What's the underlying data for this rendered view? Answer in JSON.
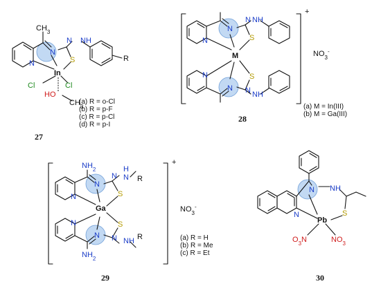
{
  "compounds": [
    {
      "id": "compound-27",
      "number": "27",
      "number_pos": "bottom",
      "atoms": {
        "methyl": "CH3",
        "imine_n": "N",
        "hydrazine_n": "N",
        "amine": "NH",
        "pyridine_n": "N",
        "sulfur": "S",
        "metal": "In",
        "cl_left": "Cl",
        "cl_right": "Cl",
        "methanol": "HO",
        "methanol_ch3": "CH3",
        "substituent": "R"
      },
      "options": [
        "(a) R = o-Cl",
        "(b) R = p-F",
        "(c) R = p-Cl",
        "(d) R = p-I"
      ]
    },
    {
      "id": "compound-28",
      "number": "28",
      "charge": "+",
      "counterion": "NO3-",
      "atoms": {
        "metal": "M",
        "amine": "NH",
        "imine_n": "N",
        "hydrazine_n": "N",
        "pyridine_n": "N",
        "sulfur": "S"
      },
      "options": [
        "(a) M = In(III)",
        "(b) M = Ga(III)"
      ]
    },
    {
      "id": "compound-29",
      "number": "29",
      "charge": "+",
      "counterion": "NO3-",
      "atoms": {
        "metal": "Ga",
        "amino": "NH2",
        "imine_n": "N",
        "hydrazine_n": "N",
        "pyridine_n": "N",
        "sulfur": "S",
        "nh_r": "N",
        "h": "H",
        "r": "R"
      },
      "options": [
        "(a) R = H",
        "(b) R = Me",
        "(c) R = Et"
      ]
    },
    {
      "id": "compound-30",
      "number": "30",
      "atoms": {
        "metal": "Pb",
        "imine_n": "N",
        "isoquinoline_n": "N",
        "amine": "N",
        "h": "H",
        "sulfur": "S",
        "nitrate_left": "O3N",
        "nitrate_right": "NO3"
      }
    }
  ],
  "colors": {
    "nitrogen": "#1a3cc8",
    "sulfur": "#b39a00",
    "chlorine": "#1f8a1f",
    "oxygen": "#d01c1c",
    "highlight": "#8fb9ea"
  }
}
